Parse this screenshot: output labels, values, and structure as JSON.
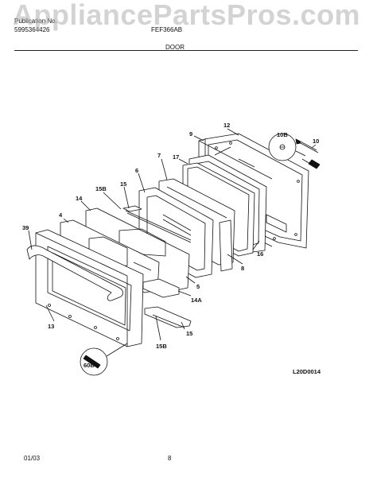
{
  "watermark": "AppliancePartsPros.com",
  "header": {
    "publication_label": "Publication No.",
    "publication_number": "5995364426",
    "model": "FEF366AB",
    "section_title": "DOOR"
  },
  "callouts": {
    "c12": "12",
    "c9": "9",
    "c10b": "10B",
    "c10": "10",
    "c17": "17",
    "c7": "7",
    "c6": "6",
    "c15_top": "15",
    "c15b_top": "15B",
    "c14": "14",
    "c4": "4",
    "c39": "39",
    "c16": "16",
    "c8": "8",
    "c5": "5",
    "c14a": "14A",
    "c15_bot": "15",
    "c15b_bot": "15B",
    "c13": "13",
    "c60b": "60B"
  },
  "drawing_id": "L20D0014",
  "footer": {
    "date": "01/03",
    "page": "8"
  }
}
